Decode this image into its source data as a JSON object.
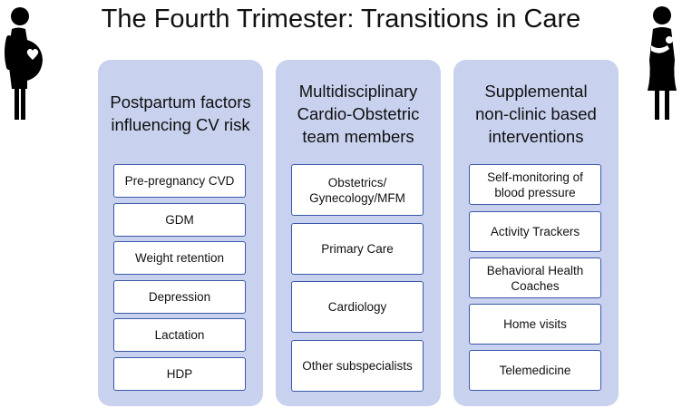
{
  "title": "The Fourth Trimester: Transitions in Care",
  "icons": {
    "left": "pregnant-woman-icon",
    "right": "mother-with-baby-icon",
    "heart": "heart-icon"
  },
  "colors": {
    "panel_fill": "#c8d1ee",
    "box_border": "#3c58a8",
    "box_fill": "#ffffff",
    "figure": "#000000"
  },
  "columns": [
    {
      "heading": "Postpartum factors influencing CV risk",
      "items": [
        "Pre-pregnancy CVD",
        "GDM",
        "Weight retention",
        "Depression",
        "Lactation",
        "HDP"
      ]
    },
    {
      "heading": "Multidisciplinary Cardio-Obstetric team members",
      "items": [
        "Obstetrics/ Gynecology/MFM",
        "Primary Care",
        "Cardiology",
        "Other subspecialists"
      ]
    },
    {
      "heading": "Supplemental non-clinic based interventions",
      "items": [
        "Self-monitoring of blood pressure",
        "Activity Trackers",
        "Behavioral Health Coaches",
        "Home visits",
        "Telemedicine"
      ]
    }
  ]
}
